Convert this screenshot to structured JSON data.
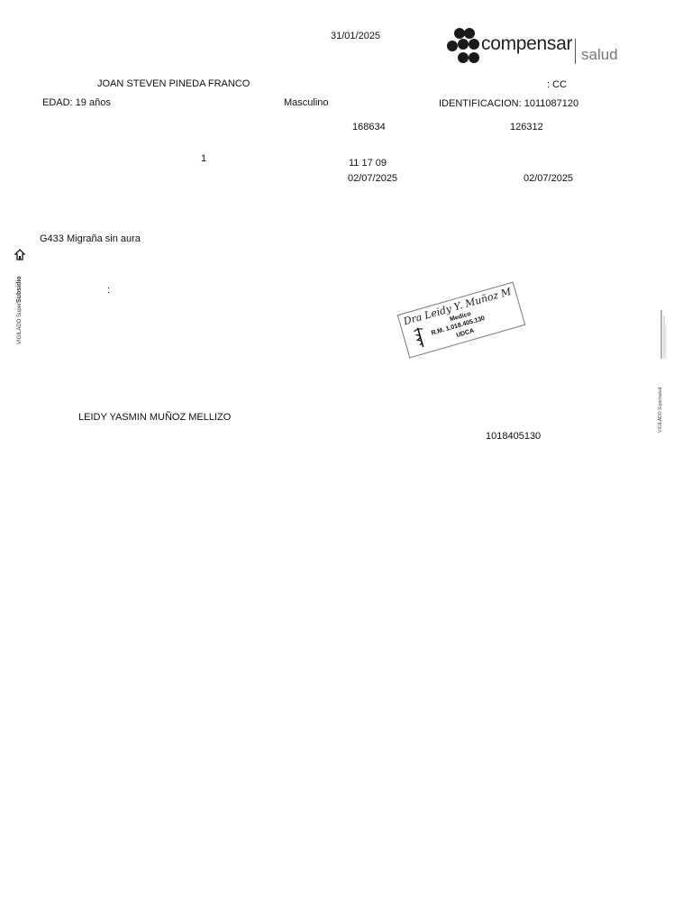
{
  "header": {
    "date": "31/01/2025",
    "logo": {
      "brand": "compensar",
      "sub": "salud",
      "icon": "compensar-dots-logo-icon"
    }
  },
  "patient": {
    "name": "JOAN STEVEN PINEDA FRANCO",
    "id_type": ": CC",
    "age": "EDAD: 19 años",
    "sex": "Masculino",
    "identification": "IDENTIFICACION: 1011087120"
  },
  "codes": {
    "code1": "168634",
    "code2": "126312"
  },
  "order": {
    "quantity": "1",
    "cups": "11 17 09",
    "date_start": "02/07/2025",
    "date_end": "02/07/2025"
  },
  "diagnosis": {
    "text": "G433  Migraña sin aura"
  },
  "notes": {
    "colon": ":"
  },
  "doctor": {
    "name": "LEIDY YASMIN MUÑOZ MELLIZO",
    "document": "1018405130",
    "stamp": {
      "signature": "Dra Leidy Y. Muñoz M",
      "title": "Medico",
      "registry": "R.M. 1.018.405.130",
      "university": "UDCA"
    }
  },
  "side_marks": {
    "left": {
      "prefix": "VIGILADO Super",
      "bold": "Subsidio",
      "icon": "supersubsidio-house-icon"
    },
    "right": {
      "text": "VIGILADO Supersalud",
      "icon": "supersalud-logo-icon"
    }
  }
}
